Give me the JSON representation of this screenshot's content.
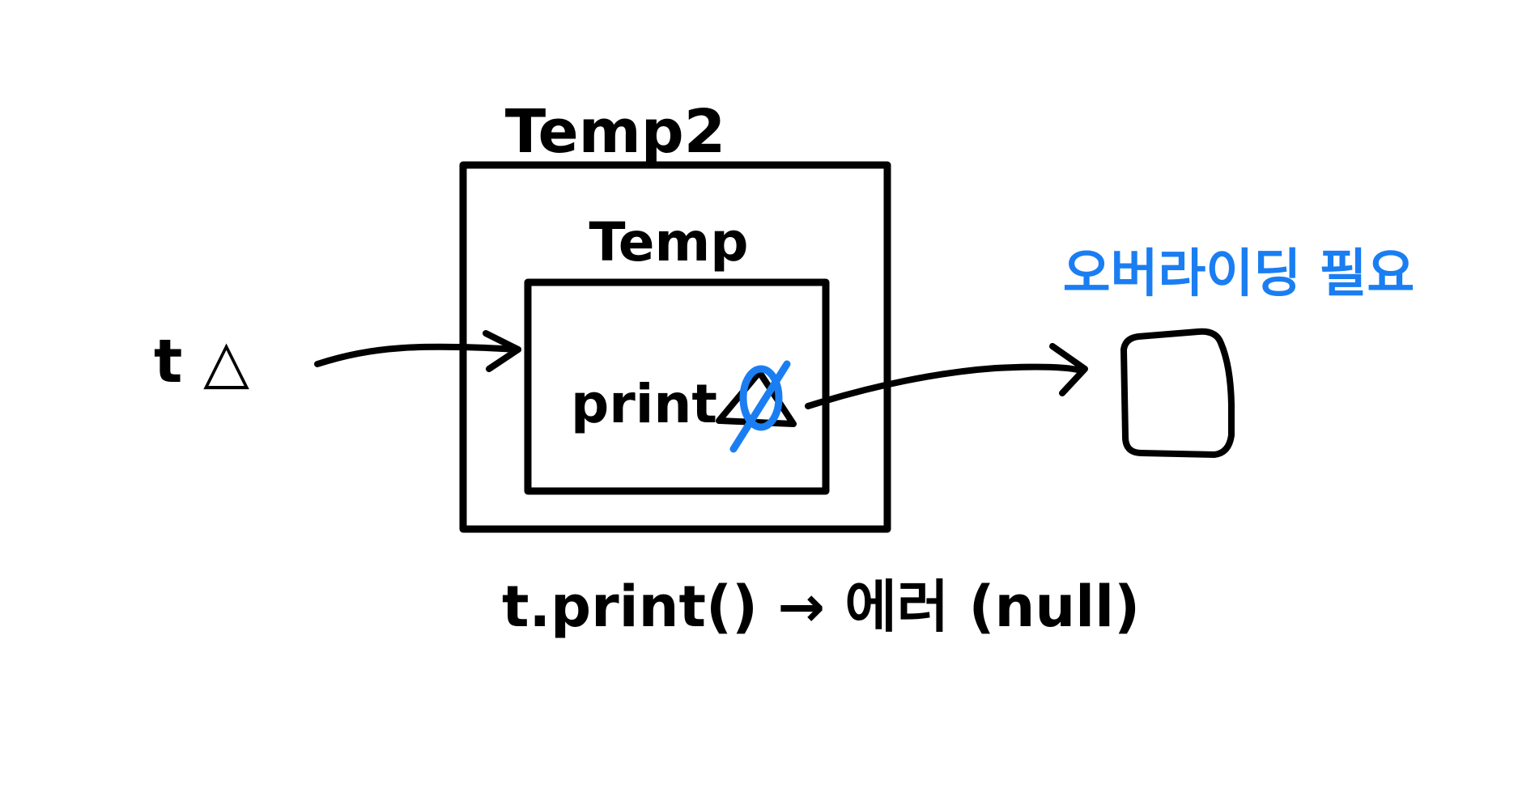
{
  "diagram": {
    "outer_box_label": "Temp2",
    "inner_box_label": "Temp",
    "inner_method_label": "print",
    "input_label": "t △",
    "overriding_note": "오버라이딩 필요",
    "bottom_note": "t.print() → 에러 (null)",
    "colors": {
      "ink": "#000000",
      "accent": "#1a7ef2",
      "background": "#ffffff"
    }
  }
}
